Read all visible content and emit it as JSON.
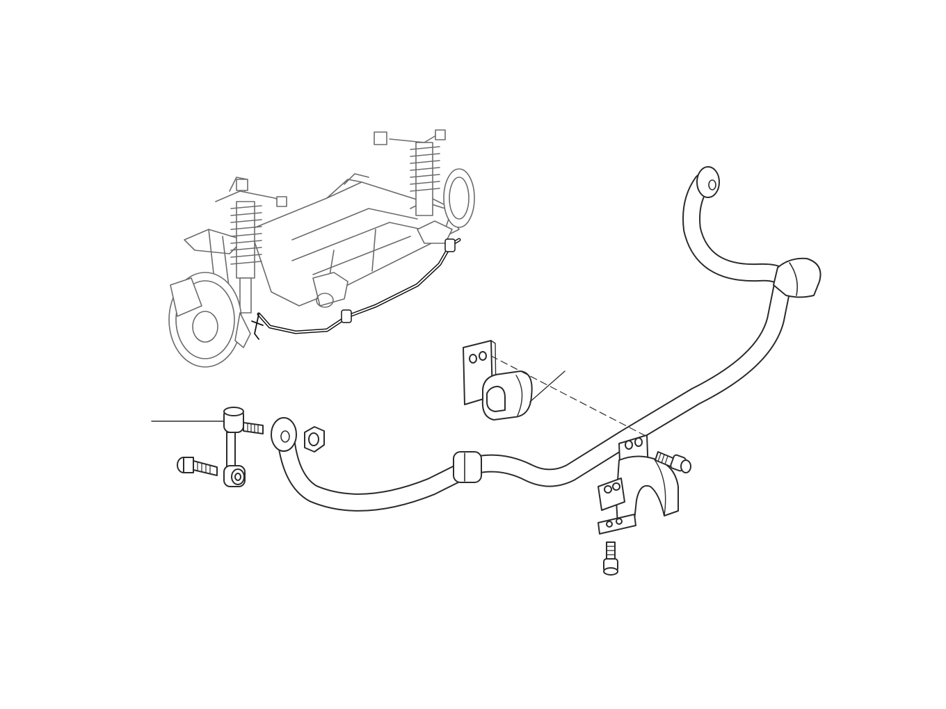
{
  "diagram": {
    "description_visible_text": [],
    "colors": {
      "background": "#ffffff",
      "line": "#2a2a2a",
      "context_line": "#6a6a6a",
      "highlight_bar": "#111111"
    },
    "parts": [
      {
        "id": "front-suspension-subframe",
        "role": "context-view"
      },
      {
        "id": "stabilizer-bar",
        "role": "main-part"
      },
      {
        "id": "stabilizer-link",
        "role": "part",
        "callout": true
      },
      {
        "id": "link-bolt",
        "role": "fastener"
      },
      {
        "id": "link-nut",
        "role": "fastener"
      },
      {
        "id": "bar-bushing",
        "role": "part",
        "callout": true
      },
      {
        "id": "bushing-clamp-plate",
        "role": "part"
      },
      {
        "id": "bushing-bracket",
        "role": "part"
      },
      {
        "id": "bracket-bolt-side",
        "role": "fastener"
      },
      {
        "id": "bracket-bolt-bottom",
        "role": "fastener"
      }
    ]
  }
}
